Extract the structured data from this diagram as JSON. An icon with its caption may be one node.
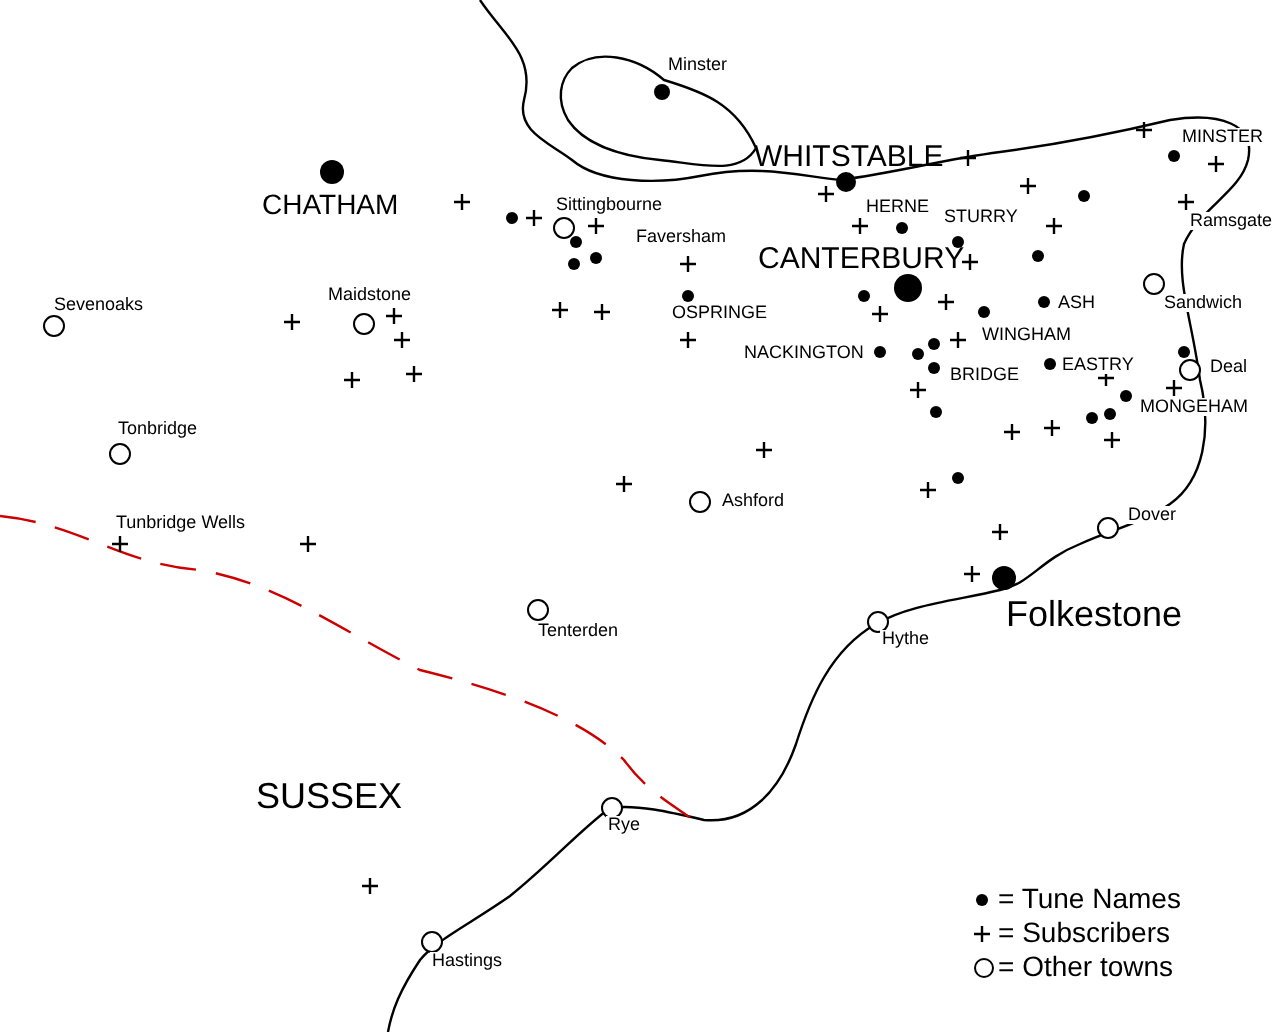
{
  "diagram": {
    "labels": [
      "Minster",
      "WHITSTABLE",
      "CHATHAM",
      "MINSTER",
      "Sittingbourne",
      "HERNE",
      "STURRY",
      "Ramsgate",
      "Faversham",
      "CANTERBURY",
      "Sevenoaks",
      "Maidstone",
      "ASH",
      "Sandwich",
      "OSPRINGE",
      "WINGHAM",
      "NACKINGTON",
      "EASTRY",
      "Deal",
      "BRIDGE",
      "MONGEHAM",
      "Tonbridge",
      "Ashford",
      "Tunbridge Wells",
      "Dover",
      "Folkestone",
      "Tenterden",
      "Hythe",
      "SUSSEX",
      "Rye",
      "Hastings"
    ],
    "legend": [
      {
        "text": "= Tune Names"
      },
      {
        "text": "= Subscribers"
      },
      {
        "text": "= Other towns"
      }
    ]
  }
}
